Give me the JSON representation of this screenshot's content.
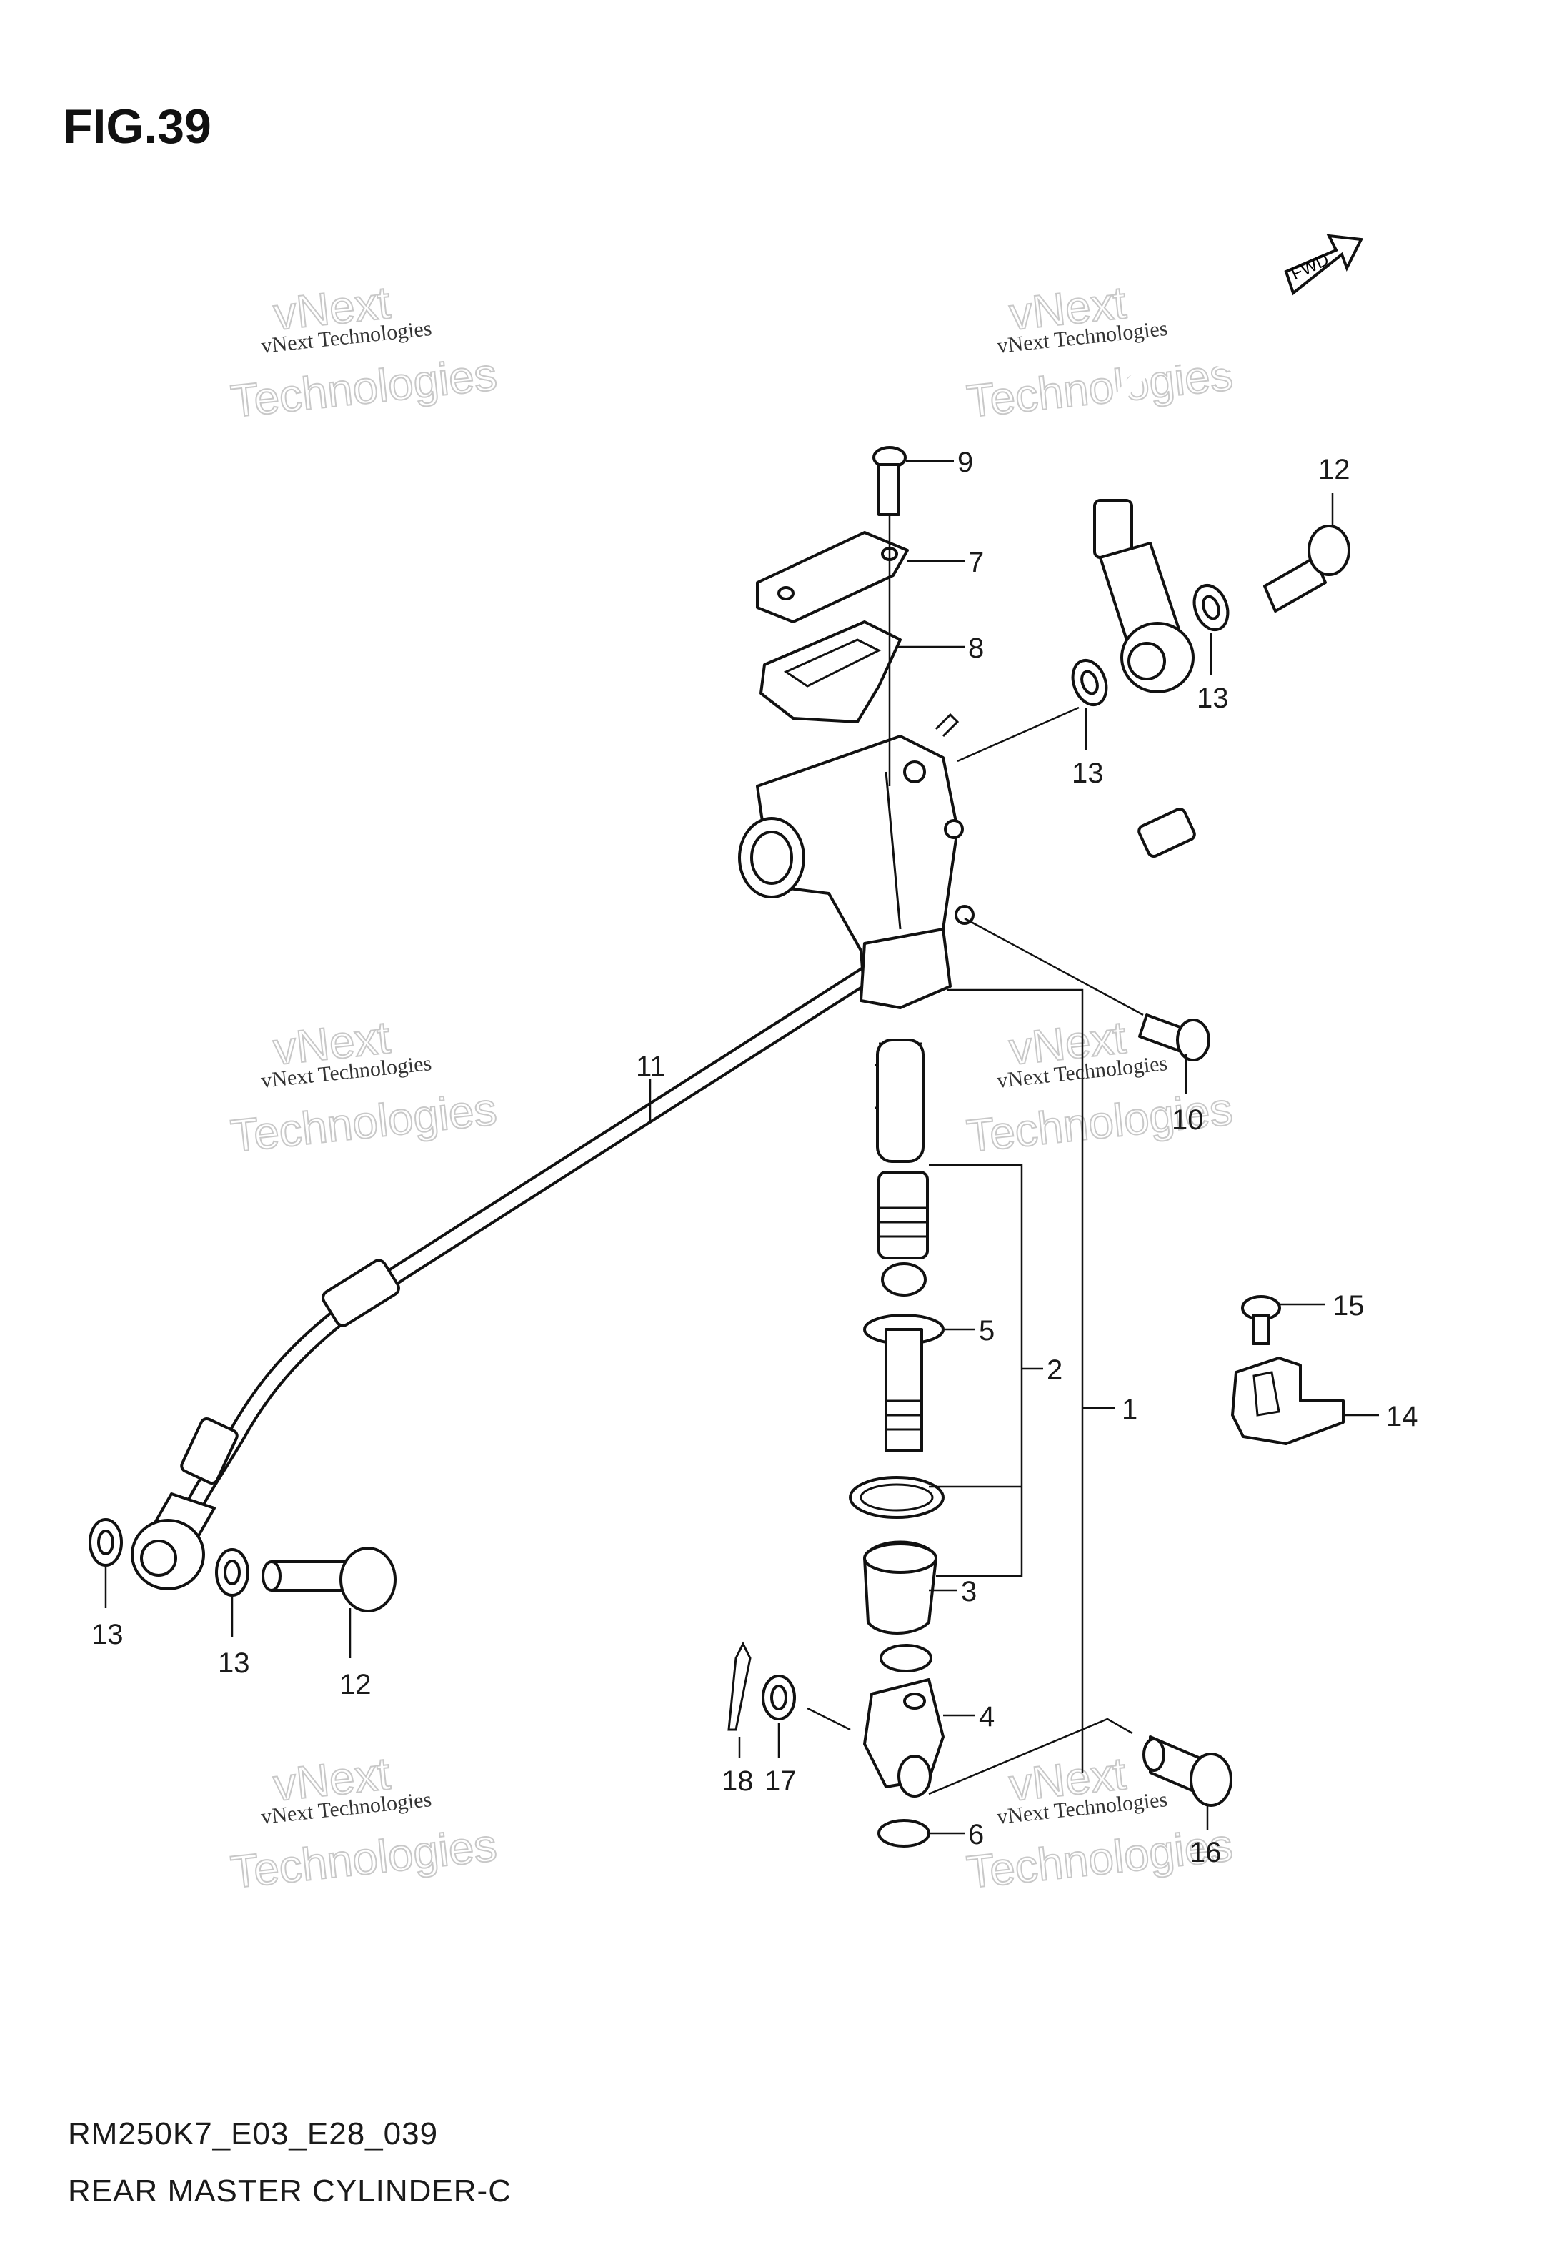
{
  "figure": {
    "title": "FIG.39"
  },
  "fwd_badge": "FWD",
  "watermark": {
    "line1": "vNext Technologies",
    "line2": "vNext",
    "line3": "Technologies"
  },
  "callouts": {
    "p1": "1",
    "p2": "2",
    "p3": "3",
    "p4": "4",
    "p5": "5",
    "p6": "6",
    "p7": "7",
    "p8": "8",
    "p9": "9",
    "p10": "10",
    "p11": "11",
    "p12a": "12",
    "p12b": "12",
    "p13a": "13",
    "p13b": "13",
    "p13c": "13",
    "p13d": "13",
    "p14": "14",
    "p15": "15",
    "p16": "16",
    "p17": "17",
    "p18": "18"
  },
  "footer": {
    "code": "RM250K7_E03_E28_039",
    "title": "REAR MASTER CYLINDER-C"
  }
}
